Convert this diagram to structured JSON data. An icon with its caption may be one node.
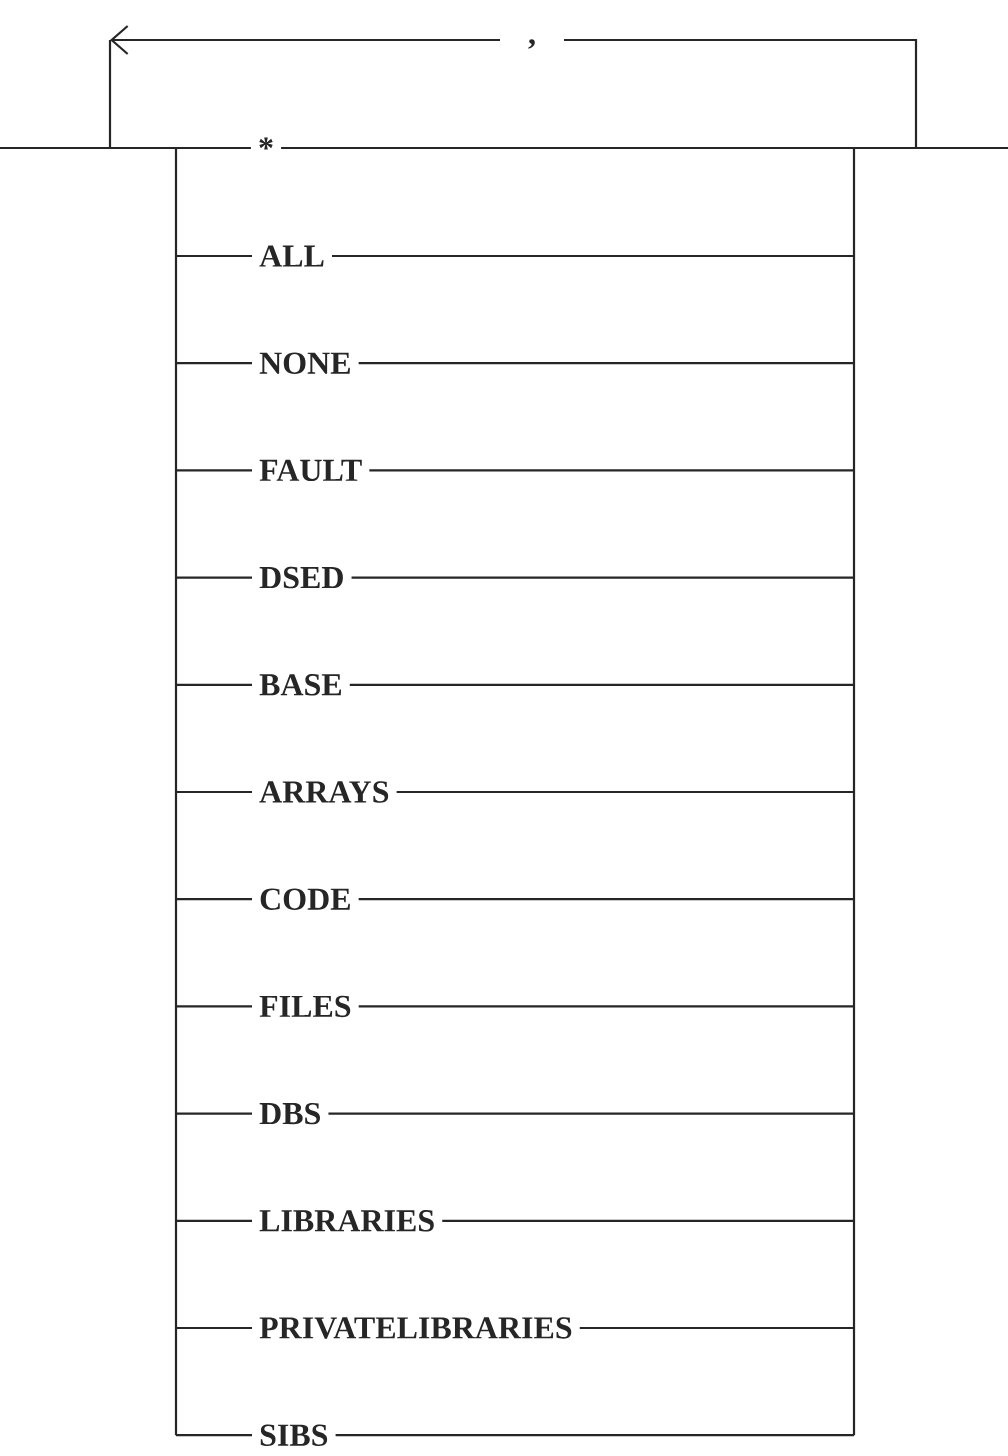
{
  "diagram": {
    "nodes": [
      {
        "text": [
          "*"
        ]
      },
      {
        "text": [
          "ALL"
        ]
      },
      {
        "text": [
          "NONE"
        ]
      },
      {
        "text": [
          "FAULT"
        ]
      },
      {
        "text": [
          "DSED"
        ]
      },
      {
        "text": [
          "BASE"
        ]
      },
      {
        "text": [
          "ARRAYS"
        ]
      },
      {
        "text": [
          "CODE"
        ]
      },
      {
        "text": [
          "FILES"
        ]
      },
      {
        "text": [
          "DBS"
        ]
      },
      {
        "text": [
          "LIBRARIES"
        ]
      },
      {
        "text": [
          "PRIVATELIBRARIES"
        ]
      },
      {
        "text": [
          "SIBS"
        ]
      }
    ],
    "labels": [
      ","
    ]
  }
}
